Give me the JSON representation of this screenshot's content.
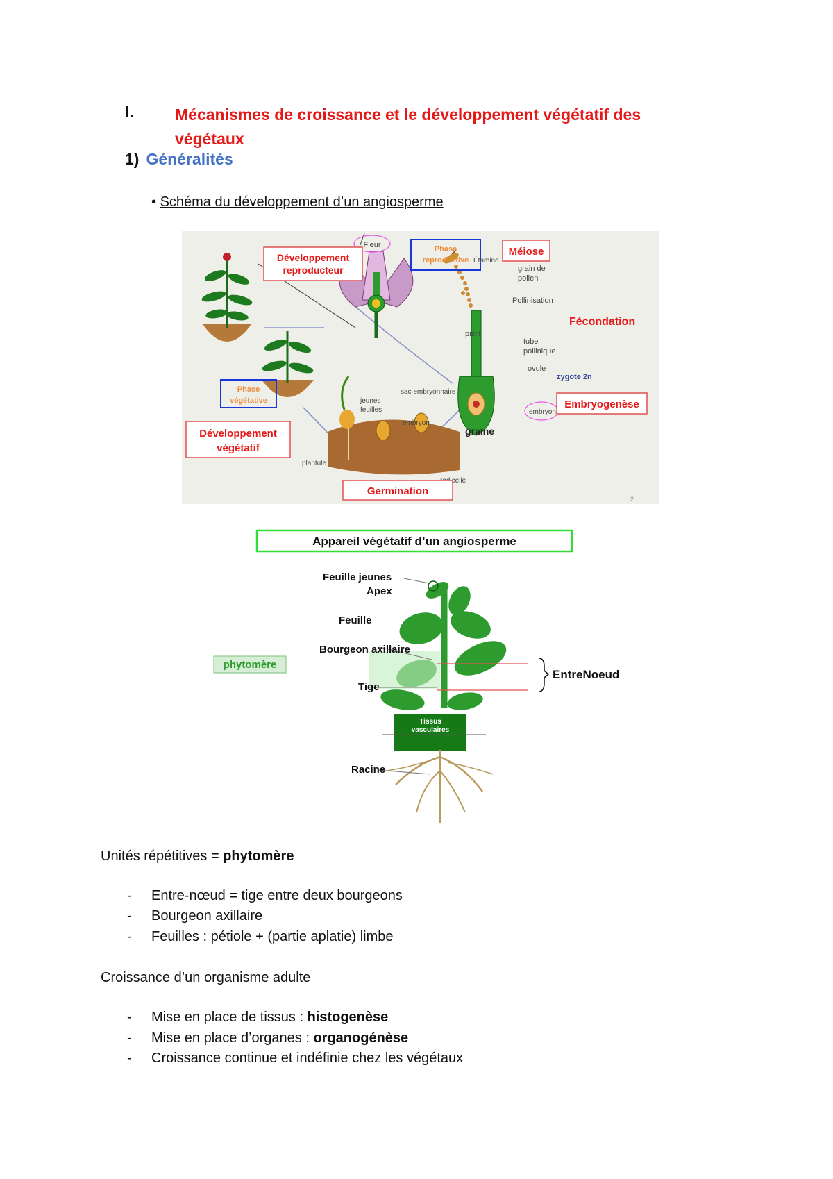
{
  "heading1": {
    "number": "I.",
    "text": "Mécanismes de croissance et le développement végétatif des végétaux"
  },
  "heading2": {
    "number": "1)",
    "text": "Généralités"
  },
  "bullet": {
    "symbol": "•",
    "text": "Schéma du développement d’un angiosperme "
  },
  "figure1": {
    "dev_reproducteur": [
      "Développement",
      "reproducteur"
    ],
    "fleur": "Fleur",
    "phase_reproductive": [
      "Phase",
      "reproductive"
    ],
    "etamine": "Étamine",
    "meiose": "Méiose",
    "grain_pollen": [
      "grain de",
      "pollen"
    ],
    "pollinisation": "Pollinisation",
    "fecondation": "Fécondation",
    "pistil": "pistil",
    "tube_pollinique": [
      "tube",
      "pollinique"
    ],
    "ovule": "ovule",
    "zygote": "zygote 2n",
    "sac_embryonnaire": "sac embryonnaire",
    "embryogenese": "Embryogenèse",
    "embryon_right": "embryon",
    "phase_vegetative": [
      "Phase",
      "végétative"
    ],
    "jeunes_feuilles": [
      "jeunes",
      "feuilles"
    ],
    "embryon_left": "embryon",
    "graine": "graine",
    "dev_vegetatif": [
      "Développement",
      "végétatif"
    ],
    "plantule": "plantule",
    "radicelle": "radicelle",
    "germination": "Germination",
    "page_num": "2"
  },
  "figure2": {
    "title": "Appareil végétatif d’un angiosperme",
    "feuille_jeunes": "Feuille jeunes",
    "apex": "Apex",
    "feuille": "Feuille",
    "bourgeon": "Bourgeon axillaire",
    "tige": "Tige",
    "phytomere": "phytomère",
    "entrenoeud": "EntreNoeud",
    "tissus": [
      "Tissus",
      "vasculaires"
    ],
    "racine": "Racine"
  },
  "section1": {
    "intro_prefix": "Unités répétitives = ",
    "intro_bold": "phytomère",
    "items": [
      "Entre-nœud = tige entre deux bourgeons",
      "Bourgeon axillaire",
      "Feuilles : pétiole + (partie aplatie) limbe"
    ]
  },
  "section2": {
    "intro": "Croissance d’un organisme adulte",
    "items": [
      {
        "prefix": "Mise en place de tissus : ",
        "bold": "histogenèse"
      },
      {
        "prefix": "Mise en place d’organes : ",
        "bold": "organogénèse"
      },
      {
        "prefix": "Croissance continue et indéfinie chez les végétaux",
        "bold": ""
      }
    ]
  },
  "colors": {
    "heading_red": "#e61919",
    "heading_blue": "#4472c4",
    "figure_bg": "#efefe9",
    "plant_green": "#2e9b2e",
    "label_red": "#e61919",
    "box_blue": "#1a35d8",
    "box_green": "#33dd33"
  }
}
